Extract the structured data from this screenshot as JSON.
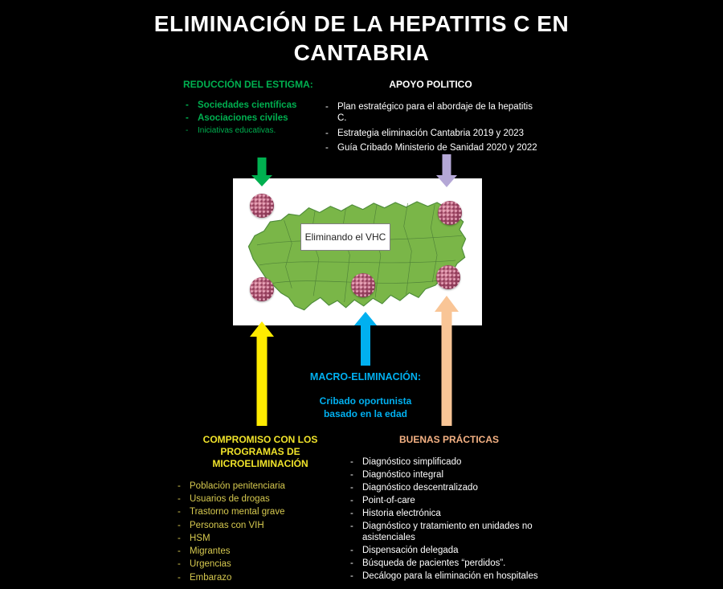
{
  "title": "ELIMINACIÓN DE LA HEPATITIS C EN CANTABRIA",
  "sections": {
    "stigma": {
      "heading": "REDUCCIÓN DEL ESTIGMA:",
      "items": [
        "Sociedades científicas",
        "Asociaciones civiles",
        "Iniciativas educativas."
      ]
    },
    "political": {
      "heading": "APOYO POLITICO",
      "items": [
        "Plan estratégico para el abordaje de la hepatitis C.",
        "Estrategia eliminación Cantabria 2019 y 2023",
        "Guía Cribado Ministerio de Sanidad  2020 y 2022"
      ]
    },
    "map": {
      "center_label": "Eliminando el VHC"
    },
    "macro": {
      "heading": "MACRO-ELIMINACIÓN:",
      "body": "Cribado oportunista basado en la edad"
    },
    "micro": {
      "heading": "COMPROMISO CON LOS PROGRAMAS  DE MICROELIMINACIÓN",
      "items": [
        "Población penitenciaria",
        "Usuarios de drogas",
        "Trastorno mental grave",
        "Personas con VIH",
        "HSM",
        "Migrantes",
        "Urgencias",
        "Embarazo"
      ]
    },
    "practices": {
      "heading": "BUENAS PRÁCTICAS",
      "items": [
        "Diagnóstico simplificado",
        "Diagnóstico integral",
        "Diagnóstico descentralizado",
        "Point-of-care",
        "Historia electrónica",
        "Diagnóstico y tratamiento en unidades no asistenciales",
        "Dispensación delegada",
        "Búsqueda de pacientes “perdidos”.",
        "Decálogo para la eliminación en hospitales"
      ]
    }
  },
  "colors": {
    "background": "#000000",
    "title_white": "#ffffff",
    "stigma_green": "#00b050",
    "macro_blue": "#00b0f0",
    "micro_yellow": "#f0e32a",
    "micro_items_yellow": "#d6c94f",
    "practices_peach": "#f4b183",
    "arrow_green": "#00b050",
    "arrow_purple": "#b4a7d6",
    "arrow_yellow": "#ffeb00",
    "arrow_blue": "#00b0f0",
    "arrow_orange": "#f9c596",
    "map_green": "#7ab648",
    "map_border_green": "#4e8c3a"
  },
  "icons": {
    "virus": "virus-icon",
    "arrows": [
      "green-down-arrow-icon",
      "purple-down-arrow-icon",
      "yellow-up-arrow-icon",
      "blue-up-arrow-icon",
      "orange-up-arrow-icon"
    ],
    "map": "cantabria-map-icon"
  }
}
